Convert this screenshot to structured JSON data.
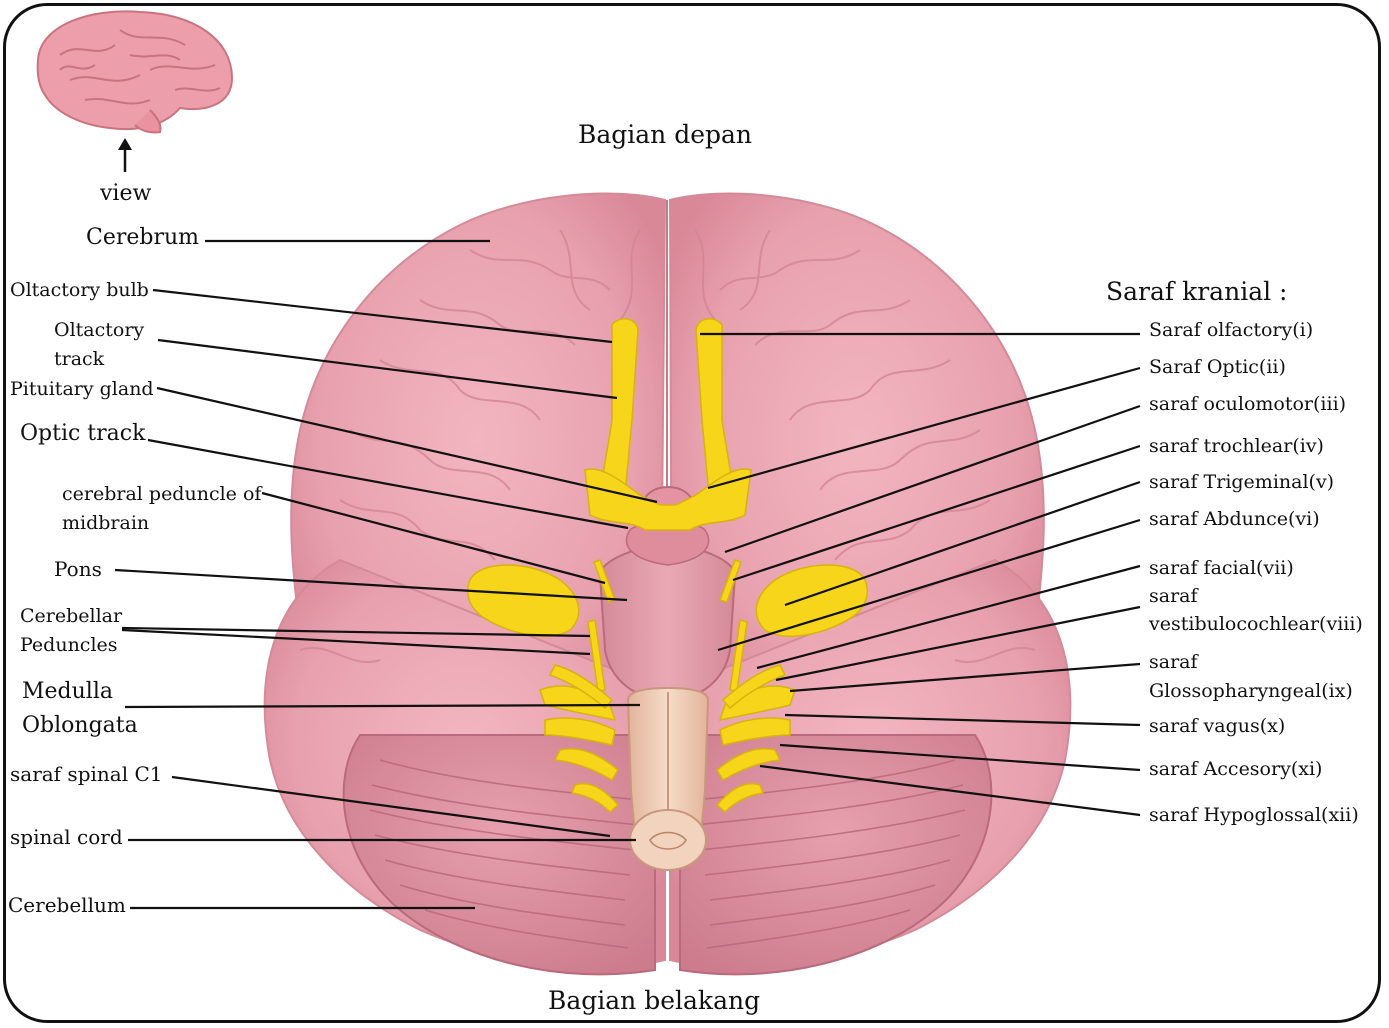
{
  "diagram": {
    "view_label": "view",
    "top_caption": "Bagian depan",
    "bottom_caption": "Bagian belakang",
    "cranial_heading": "Saraf kranial :",
    "left_labels": [
      {
        "line1": "Cerebrum"
      },
      {
        "line1": "Oltactory bulb"
      },
      {
        "line1": "Oltactory",
        "line2": "track"
      },
      {
        "line1": "Pituitary gland"
      },
      {
        "line1": "Optic track"
      },
      {
        "line1": "cerebral peduncle of",
        "line2": "midbrain"
      },
      {
        "line1": "Pons"
      },
      {
        "line1": "Cerebellar",
        "line2": "Peduncles"
      },
      {
        "line1": "Medulla",
        "line2": "Oblongata"
      },
      {
        "line1": "saraf spinal C1"
      },
      {
        "line1": "spinal cord"
      },
      {
        "line1": "Cerebellum"
      }
    ],
    "right_labels": [
      {
        "line1": "Saraf olfactory(i)"
      },
      {
        "line1": "Saraf Optic(ii)"
      },
      {
        "line1": "saraf oculomotor(iii)"
      },
      {
        "line1": "saraf trochlear(iv)"
      },
      {
        "line1": "saraf Trigeminal(v)"
      },
      {
        "line1": "saraf Abdunce(vi)"
      },
      {
        "line1": "saraf facial(vii)"
      },
      {
        "line1": "saraf",
        "line2": "vestibulocochlear(viii)"
      },
      {
        "line1": "saraf",
        "line2": "Glossopharyngeal(ix)"
      },
      {
        "line1": "saraf vagus(x)"
      },
      {
        "line1": "saraf Accesory(xi)"
      },
      {
        "line1": "saraf Hypoglossal(xii)"
      }
    ]
  },
  "colors": {
    "brain": "#e9a2ae",
    "brain_dark": "#cf7d8c",
    "nerve": "#f6d51a",
    "spinal": "#f1cdb6",
    "frame": "#111111"
  }
}
